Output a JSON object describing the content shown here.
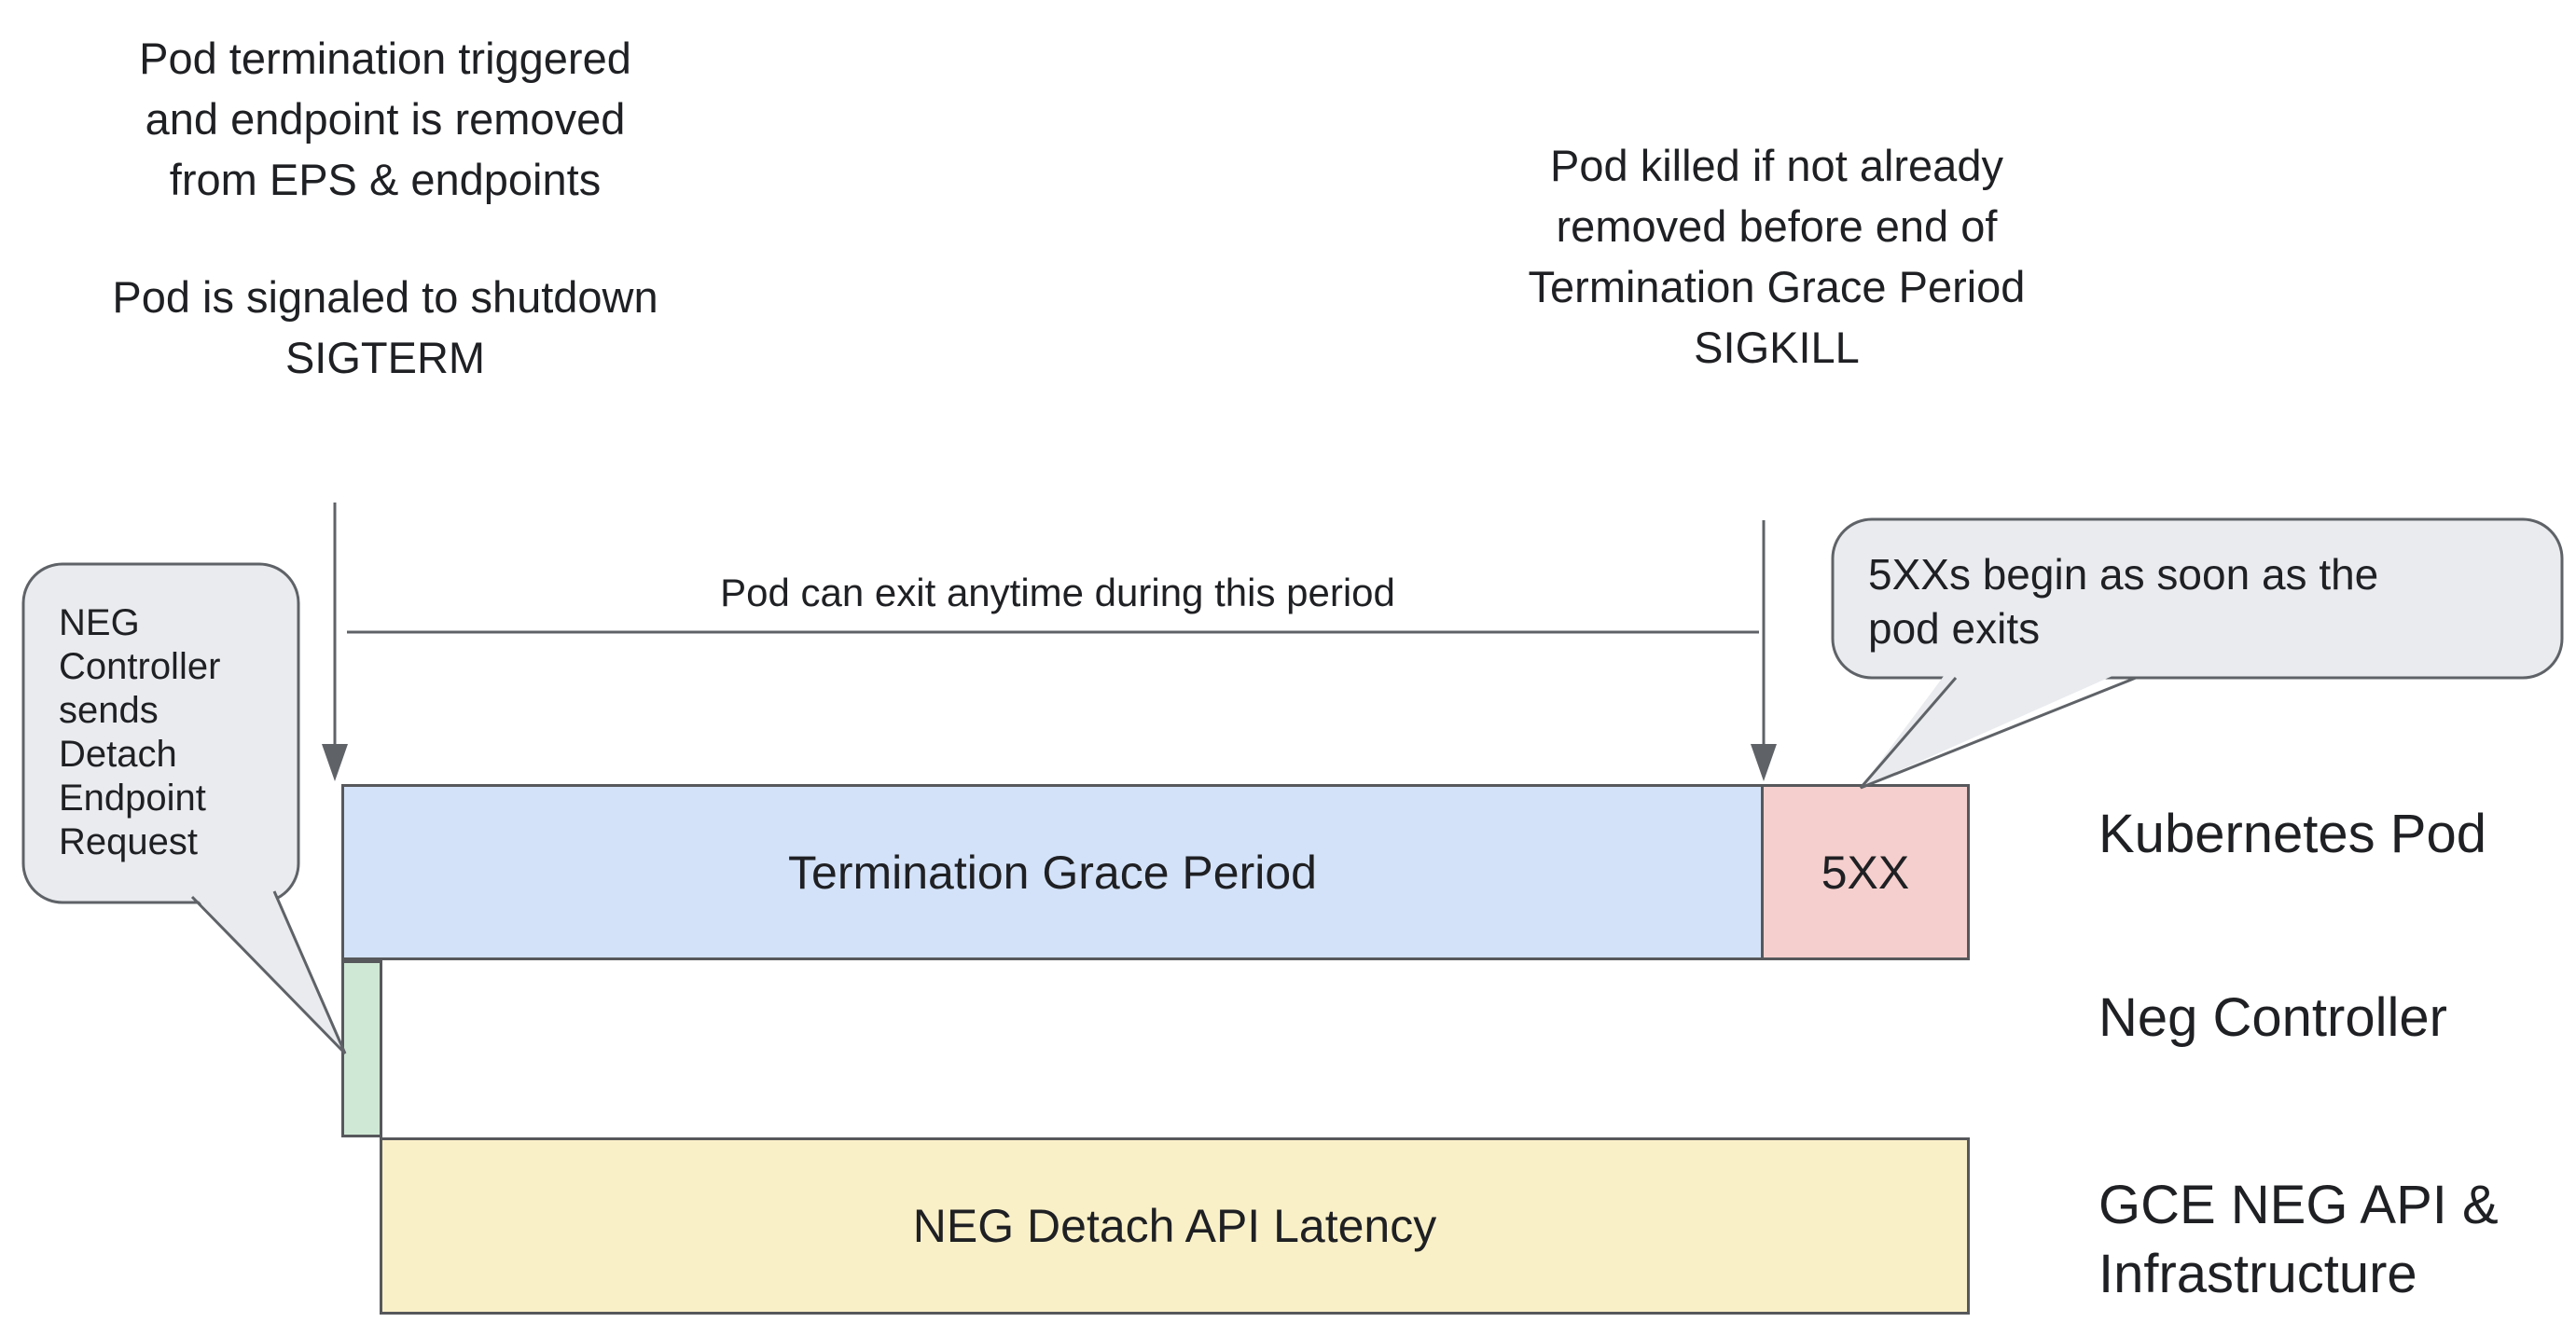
{
  "annotations": {
    "top_left": {
      "para1": [
        "Pod termination triggered",
        "and endpoint is removed",
        "from EPS & endpoints"
      ],
      "para2": [
        "Pod is signaled to shutdown",
        "SIGTERM"
      ]
    },
    "top_right": [
      "Pod killed if not already",
      "removed before end of",
      "Termination Grace Period",
      "SIGKILL"
    ],
    "period_label": "Pod can exit anytime during this period"
  },
  "callouts": {
    "neg_controller": {
      "lines": [
        "NEG",
        "Controller",
        "sends",
        "Detach",
        "Endpoint",
        "Request"
      ]
    },
    "fivexx": {
      "lines": [
        "5XXs begin as soon as the",
        "pod exits"
      ]
    }
  },
  "timeline": {
    "bars": {
      "grace": {
        "label": "Termination Grace Period",
        "fill": "#d3e2f8"
      },
      "errors": {
        "label": "5XX",
        "fill": "#f5cfcd"
      },
      "detach_request": {
        "fill": "#cfe8d5"
      },
      "api_latency": {
        "label": "NEG Detach API Latency",
        "fill": "#faf0c8"
      }
    },
    "rows": [
      {
        "label": "Kubernetes Pod"
      },
      {
        "label": "Neg Controller"
      },
      {
        "label_line1": "GCE NEG API &",
        "label_line2": "Infrastructure"
      }
    ]
  },
  "colors": {
    "background": "#ffffff",
    "text": "#1f2023",
    "bar_border": "#56585b",
    "line_gray": "#5f6368",
    "callout_fill": "#e9ebee"
  }
}
